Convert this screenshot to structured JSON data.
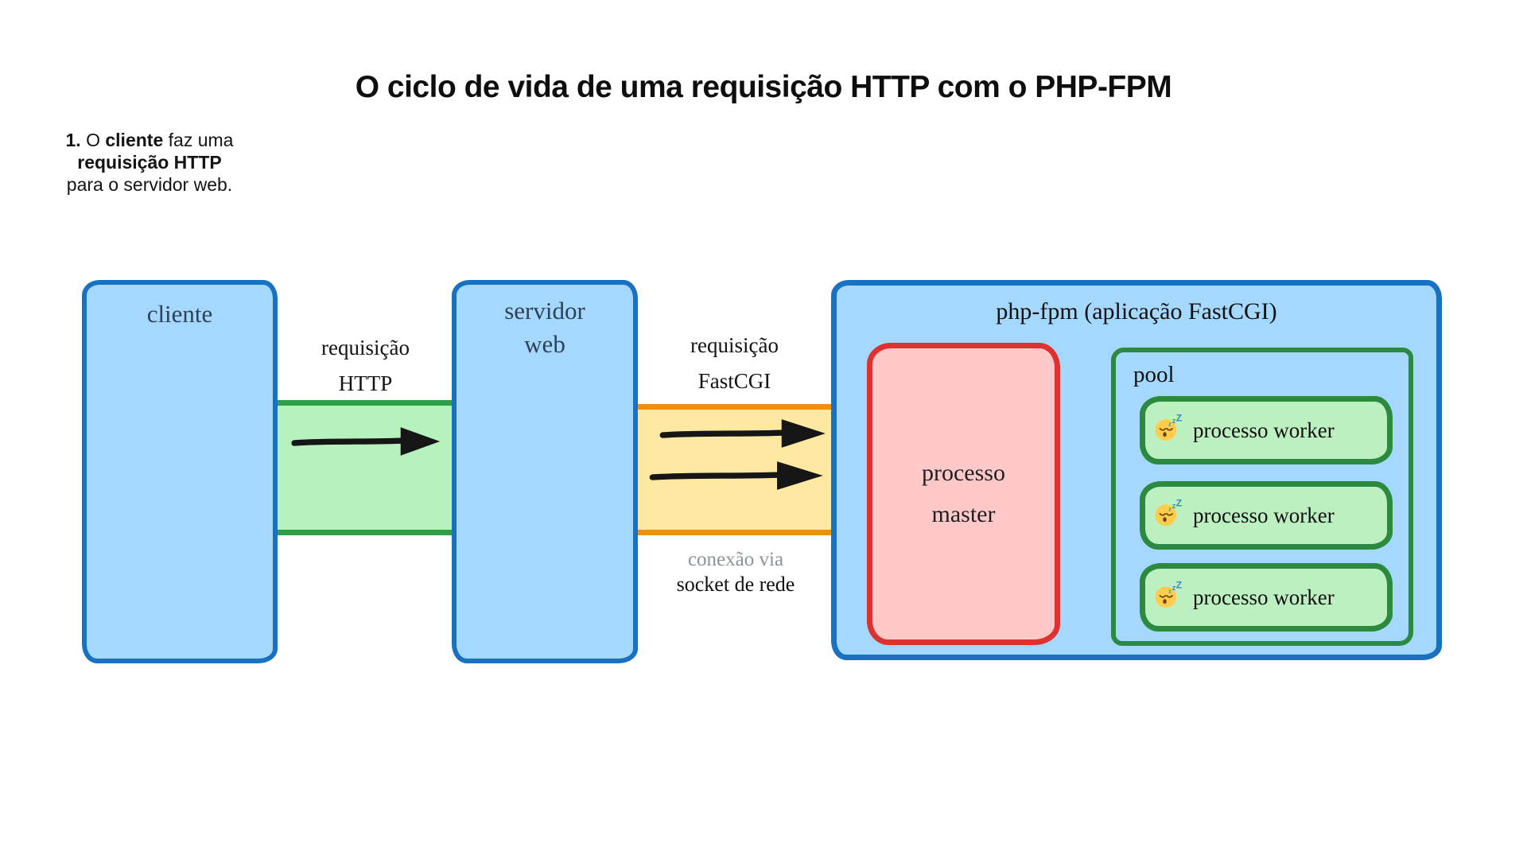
{
  "title": "O ciclo de vida de uma requisição HTTP com o PHP-FPM",
  "step_note": {
    "num": "1.",
    "t1": " O ",
    "bold1": "cliente",
    "t2": " faz uma",
    "line2_bold": "requisição HTTP",
    "line3": "para o servidor web."
  },
  "nodes": {
    "client": {
      "label": "cliente"
    },
    "web_server": {
      "line1": "servidor",
      "line2": "web"
    },
    "phpfpm": {
      "title": "php-fpm (aplicação FastCGI)"
    },
    "master": {
      "line1": "processo",
      "line2": "master"
    },
    "pool": {
      "label": "pool"
    },
    "workers": [
      {
        "icon": "sleeping-face-emoji",
        "label": "processo worker"
      },
      {
        "icon": "sleeping-face-emoji",
        "label": "processo worker"
      },
      {
        "icon": "sleeping-face-emoji",
        "label": "processo worker"
      }
    ]
  },
  "connections": {
    "http_request": {
      "line1": "requisição",
      "line2": "HTTP"
    },
    "fastcgi_request": {
      "line1": "requisição",
      "line2": "FastCGI"
    },
    "socket_note": {
      "line1": "conexão via",
      "line2": "socket de rede"
    }
  },
  "colors": {
    "box_blue_fill": "#a5d8ff",
    "box_blue_border": "#1971c2",
    "band_green_fill": "#b7f1bd",
    "band_green_border": "#2f9e44",
    "band_yellow_fill": "#ffe9a2",
    "band_yellow_border": "#ee8f0e",
    "master_pink_fill": "#ffc9c9",
    "master_red_border": "#e03131",
    "pool_green_border": "#2b8a3e",
    "worker_green_fill": "#bdf0c0",
    "note_gray": "#8d9399",
    "arrow_black": "#161616"
  }
}
